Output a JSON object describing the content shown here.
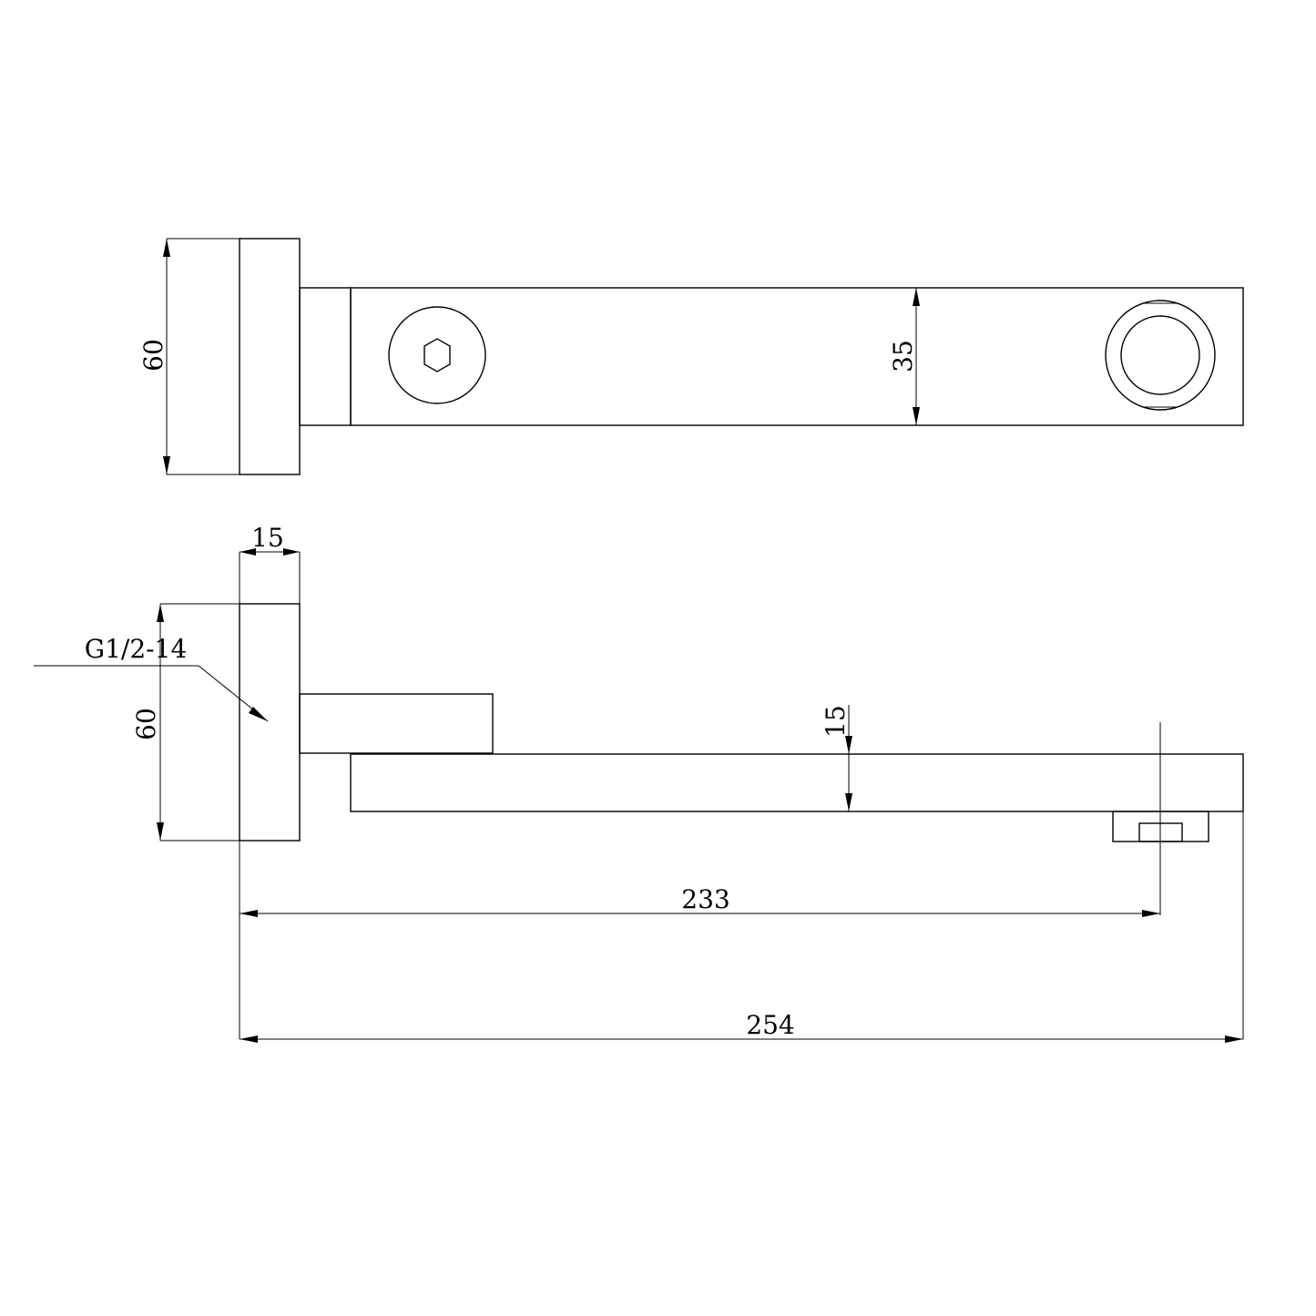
{
  "dimensions": {
    "top_view_height": "60",
    "arm_width": "35",
    "flange_thickness": "15",
    "thread_spec": "G1/2-14",
    "side_view_height": "60",
    "spout_thickness": "15",
    "outlet_distance": "233",
    "overall_length": "254"
  },
  "colors": {
    "line": "#000000",
    "background": "#ffffff"
  }
}
